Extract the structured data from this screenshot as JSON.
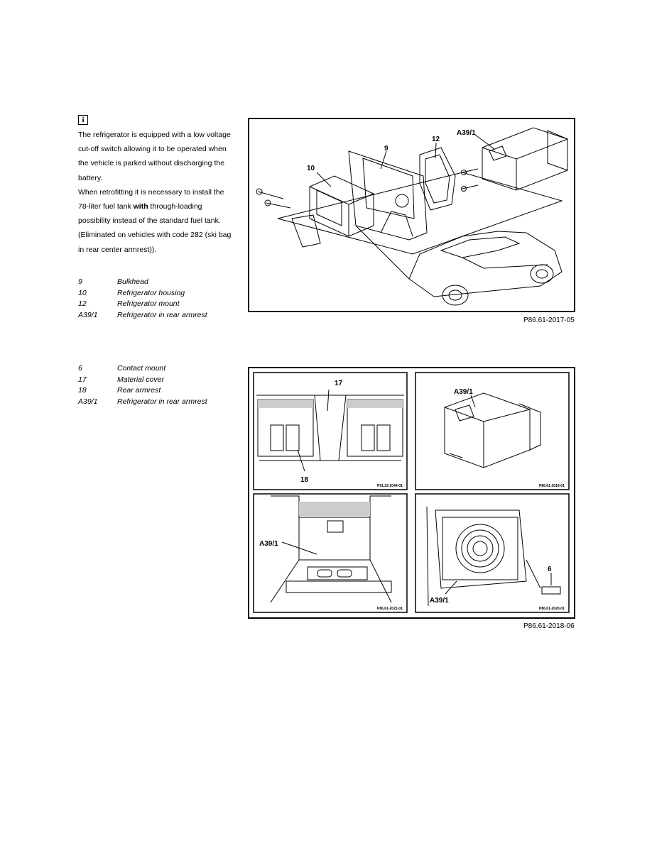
{
  "note": {
    "icon": "info-icon",
    "paragraph1": "The refrigerator is equipped with a low voltage cut-off switch allowing it to be operated when the vehicle is parked without discharging the battery.",
    "paragraph2_a": "When retrofitting it is necessary to install the 78-liter fuel tank ",
    "paragraph2_bold": "with",
    "paragraph2_b": " through-loading possibility instead of the standard fuel tank. (Eliminated on vehicles with code 282 (ski bag in rear center armrest))."
  },
  "legend1": [
    {
      "key": "9",
      "label": "Bulkhead"
    },
    {
      "key": "10",
      "label": "Refrigerator housing"
    },
    {
      "key": "12",
      "label": "Refrigerator mount"
    },
    {
      "key": "A39/1",
      "label": "Refrigerator in rear armrest"
    }
  ],
  "legend2": [
    {
      "key": "6",
      "label": "Contact mount"
    },
    {
      "key": "17",
      "label": "Material cover"
    },
    {
      "key": "18",
      "label": "Rear armrest"
    },
    {
      "key": "A39/1",
      "label": "Refrigerator in rear armrest"
    }
  ],
  "figure1": {
    "callouts": {
      "c10": "10",
      "c9": "9",
      "c12": "12",
      "ca39": "A39/1"
    },
    "caption": "P86.61-2017-05"
  },
  "figure2": {
    "callouts": {
      "c17": "17",
      "c18": "18",
      "ca39_tr": "A39/1",
      "ca39_bl": "A39/1",
      "c6": "6",
      "ca39_br": "A39/1"
    },
    "panel_ids": {
      "tl": "P91.22-2044-01",
      "tr": "P86.61-2019-01",
      "bl": "P86.61-2021-01",
      "br": "P86.61-2020-01"
    },
    "caption": "P86.61-2018-06"
  }
}
